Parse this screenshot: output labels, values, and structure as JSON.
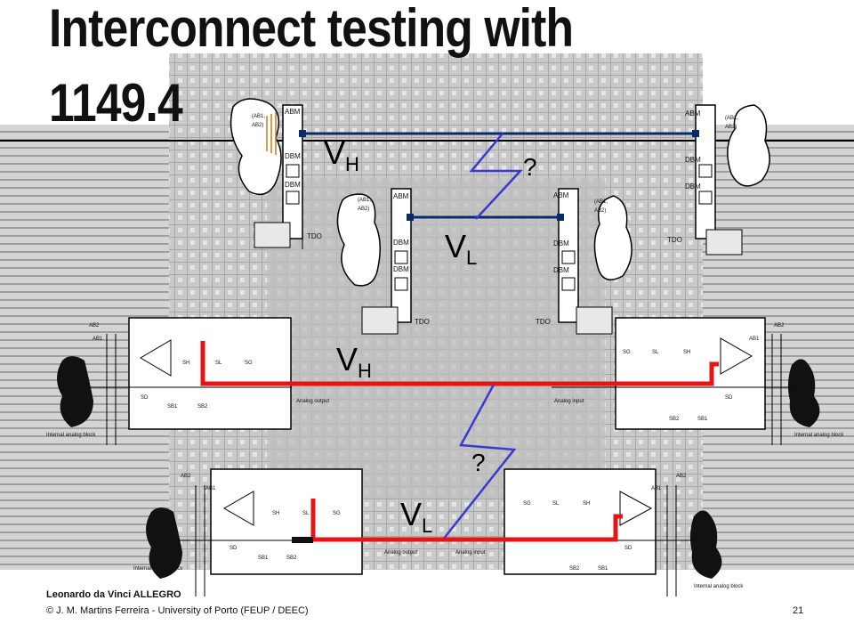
{
  "slide": {
    "title_line1": "Interconnect testing with",
    "title_line2": "1149.4",
    "page_number": "21",
    "footer_author": "Leonardo da Vinci ALLEGRO",
    "footer_copyright": "© J. M. Martins Ferreira - University of Porto (FEUP / DEEC)"
  },
  "labels": {
    "vh": "V",
    "vh_sub": "H",
    "vl": "V",
    "vl_sub": "L",
    "question": "?"
  },
  "digital": {
    "abm": "ABM",
    "dbm": "DBM",
    "tdo": "TDO",
    "ab_pair_1": "(AB1,",
    "ab_pair_2": "AB2)"
  },
  "analog": {
    "ab1": "AB1",
    "ab2": "AB2",
    "sh": "SH",
    "sl": "SL",
    "sg": "SG",
    "sd": "SD",
    "sb1": "SB1",
    "sb2": "SB2",
    "analog_output": "Analog output",
    "analog_input": "Analog input",
    "internal_block": "Internal analog block"
  },
  "colors": {
    "digital_net": "#0b2a6b",
    "analog_net": "#e61414",
    "fault_line": "#3a3ad0",
    "background": "#b9b9b9"
  }
}
